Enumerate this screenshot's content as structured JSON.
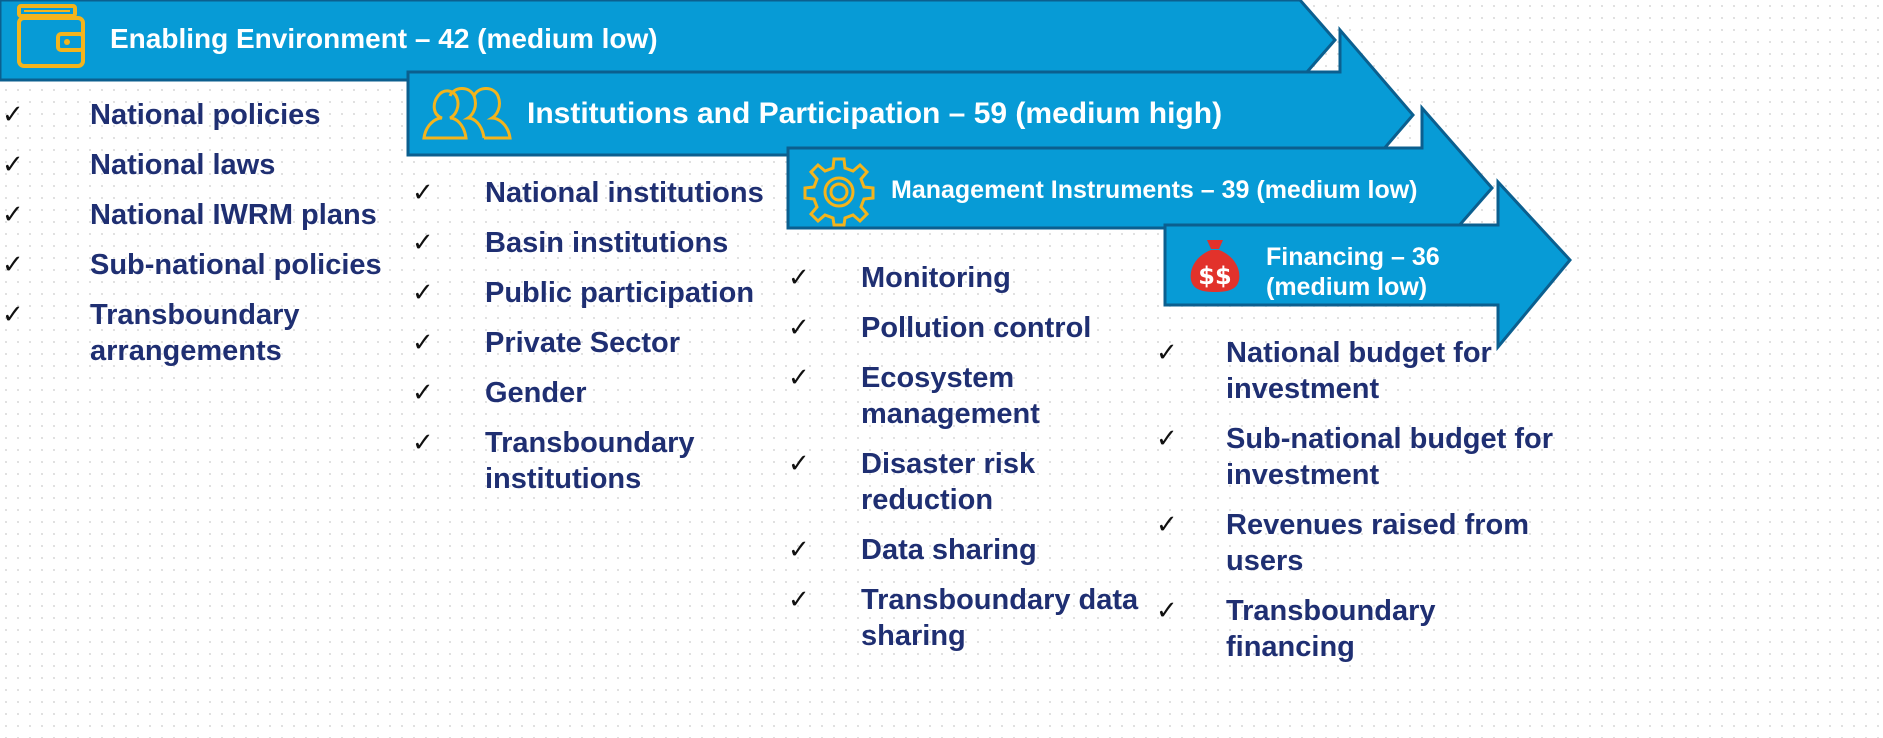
{
  "colors": {
    "arrow_fill": "#079bd6",
    "arrow_border": "#0b5f8f",
    "title_text": "#ffffff",
    "list_text": "#1f2f72",
    "icon_yellow": "#f4b41c",
    "icon_red": "#e2322b",
    "check": "#111111"
  },
  "arrows": [
    {
      "key": "enabling",
      "icon": "wallet-icon",
      "title": "Enabling Environment – 42 (medium low)",
      "items": [
        "National policies",
        "National laws",
        "National IWRM plans",
        "Sub-national policies",
        "Transboundary arrangements"
      ]
    },
    {
      "key": "institutions",
      "icon": "people-group-icon",
      "title": "Institutions and Participation – 59 (medium high)",
      "items": [
        "National institutions",
        "Basin institutions",
        "Public participation",
        "Private Sector",
        "Gender",
        "Transboundary institutions"
      ]
    },
    {
      "key": "management",
      "icon": "gear-icon",
      "title": "Management Instruments – 39 (medium low)",
      "items": [
        "Monitoring",
        "Pollution control",
        "Ecosystem management",
        "Disaster risk reduction",
        "Data sharing",
        "Transboundary data sharing"
      ]
    },
    {
      "key": "financing",
      "icon": "money-bag-icon",
      "title_line1": "Financing – 36",
      "title_line2": "(medium low)",
      "items": [
        "National budget for investment",
        "Sub-national budget for investment",
        "Revenues raised from users",
        "Transboundary financing"
      ]
    }
  ],
  "check_glyph": "✓"
}
